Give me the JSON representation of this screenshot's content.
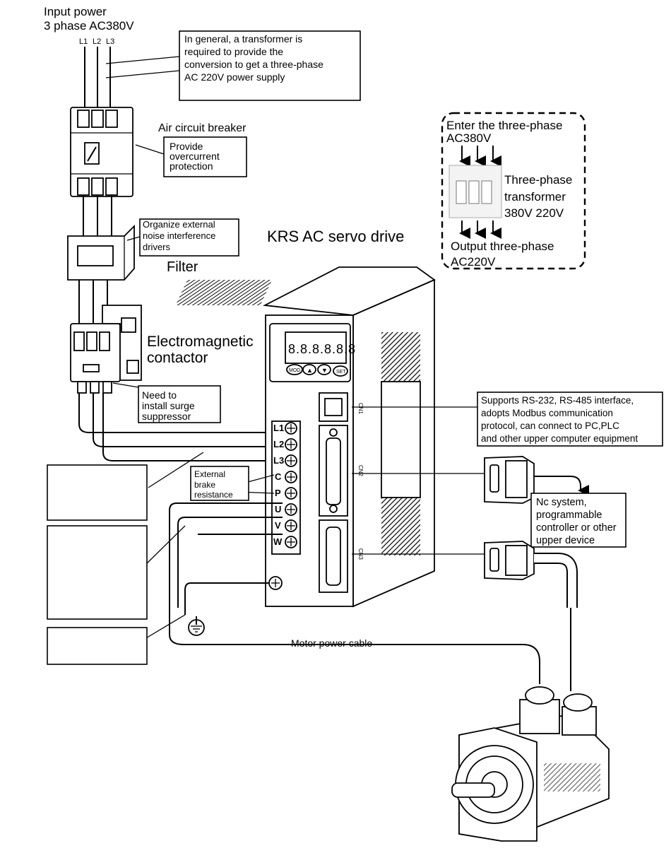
{
  "input_power": {
    "line1": "Input power",
    "line2": "3 phase AC380V",
    "phases": [
      "L1",
      "L2",
      "L3"
    ]
  },
  "transformer_note": [
    "In general, a transformer is",
    "required to provide the",
    "conversion to get a three-phase",
    "AC 220V power supply"
  ],
  "air_breaker": {
    "title": "Air circuit breaker",
    "note": [
      "Provide",
      "overcurrent",
      "protection"
    ]
  },
  "filter": {
    "note": [
      "Organize external",
      "noise interference",
      "drivers"
    ],
    "title": "Filter"
  },
  "contactor": {
    "title": [
      "Electromagnetic",
      "contactor"
    ],
    "note": [
      "Need to",
      "install surge",
      "suppressor"
    ]
  },
  "drive": {
    "title": "KRS AC servo drive",
    "terminals": [
      "L1",
      "L2",
      "L3",
      "C",
      "P",
      "U",
      "V",
      "W"
    ],
    "buttons": [
      "MOD",
      "SET"
    ],
    "ports": [
      "CN1",
      "CN2",
      "CN3"
    ]
  },
  "brake_note": [
    "External",
    "brake",
    "resistance"
  ],
  "inset": {
    "top": [
      "Enter the three-phase",
      "AC380V"
    ],
    "middle": [
      "Three-phase",
      "transformer",
      "380V 220V"
    ],
    "bottom": [
      "Output three-phase",
      "AC220V"
    ]
  },
  "comm_note": [
    "Supports RS-232, RS-485 interface,",
    "adopts Modbus communication",
    "protocol, can connect to PC,PLC",
    "and other upper computer equipment"
  ],
  "nc_note": [
    "Nc system,",
    "programmable",
    "controller or other",
    "upper device"
  ],
  "motor_cable": "Motor power cable"
}
